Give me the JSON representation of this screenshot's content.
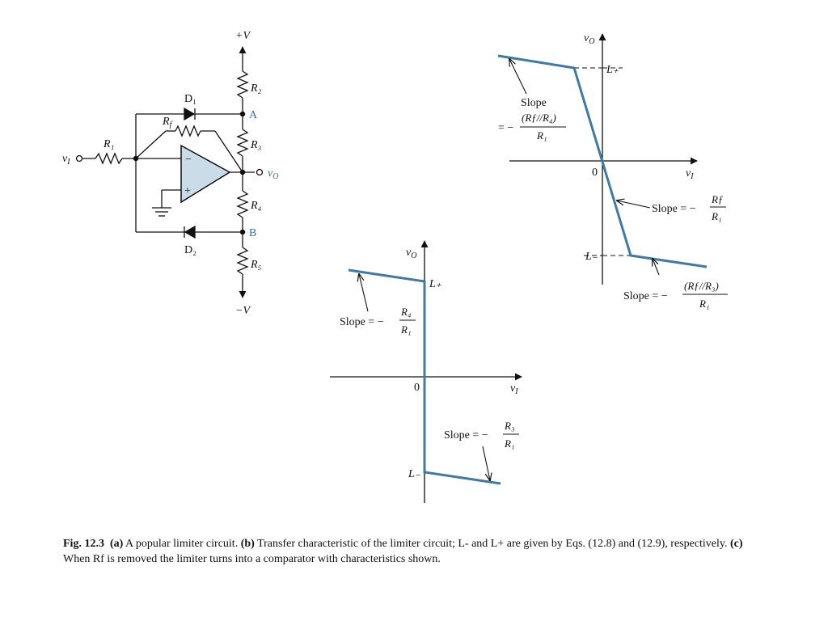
{
  "circuit": {
    "plus_v": "+V",
    "minus_v": "−V",
    "r1": "R₁",
    "r2": "R₂",
    "r3": "R₃",
    "r4": "R₄",
    "r5": "R₅",
    "rf": "R",
    "rf_sub": "f",
    "d1": "D₁",
    "d2": "D₂",
    "node_a": "A",
    "node_b": "B",
    "input": "v",
    "input_sub": "I",
    "output": "v",
    "output_sub": "O",
    "minus_sign": "−",
    "plus_sign": "+"
  },
  "graph_b": {
    "y_axis": "v",
    "y_axis_sub": "O",
    "x_axis": "v",
    "x_axis_sub": "I",
    "origin": "0",
    "l_plus": "L₊",
    "l_minus": "L₋",
    "slope_word": "Slope",
    "slope_top_num": "(Rƒ//R₄)",
    "slope_top_den": "R₁",
    "slope_top_eq": "= −",
    "slope_mid_label": "Slope  =  −",
    "slope_mid_num": "Rƒ",
    "slope_mid_den": "R₁",
    "slope_bot_label": "Slope  =  −",
    "slope_bot_num": "(Rƒ//R₃)",
    "slope_bot_den": "R₁"
  },
  "graph_c": {
    "y_axis": "v",
    "y_axis_sub": "O",
    "x_axis": "v",
    "x_axis_sub": "I",
    "origin": "0",
    "l_plus": "L₊",
    "l_minus": "L₋",
    "slope_left_label": "Slope  =  −",
    "slope_left_num": "R₄",
    "slope_left_den": "R₁",
    "slope_right_label": "Slope  =  −",
    "slope_right_num": "R₃",
    "slope_right_den": "R₁"
  },
  "caption": {
    "fig": "Fig. 12.3",
    "a_tag": "(a)",
    "a_text": " A popular limiter circuit.  ",
    "b_tag": "(b)",
    "b_text": " Transfer characteristic of the limiter circuit; L- and L+ are given by Eqs. (12.8) and (12.9), respectively.  ",
    "c_tag": "(c)",
    "c_text": "  When Rf is removed the limiter turns into a comparator with characteristics shown."
  },
  "colors": {
    "curve": "#3d7aa6",
    "opamp_fill": "#c9dce8",
    "wire": "#111111",
    "accent_text": "#2f6fa3"
  }
}
